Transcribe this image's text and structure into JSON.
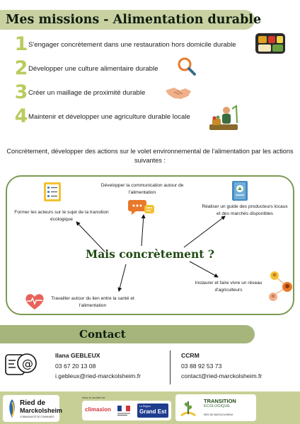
{
  "title": "Mes missions - Alimentation durable",
  "missions": [
    {
      "number": "1",
      "text": "S'engager concrètement dans une restauration hors domicile durable",
      "icon": "meal-tray-icon"
    },
    {
      "number": "2",
      "text": "Développer une culture alimentaire durable",
      "icon": "magnifier-icon"
    },
    {
      "number": "3",
      "text": "Créer un maillage de proximité durable",
      "icon": "handshake-icon"
    },
    {
      "number": "4",
      "text": "Maintenir et développer une agriculture durable locale",
      "icon": "farmer-icon"
    }
  ],
  "intro": "Concrètement,  développer des actions sur le volet environnemental de l'alimentation par les actions suivantes :",
  "center_heading": "Mais concrètement ?",
  "actions": {
    "train": "Former les acteurs sur le sujet de la transition écologique",
    "communication": "Développer la communication autour de l'alimentation",
    "guide": "Réaliser un guide des producteurs locaux et des marchés disponibles",
    "network": "Instaurer et faire vivre un réseau d'agriculteurs",
    "health": "Travailler autour du lien entre la santé et l'alimentation"
  },
  "contact": {
    "title": "Contact",
    "person1": {
      "name": "Ilana GEBLEUX",
      "phone": "03 67 20 13 08",
      "email": "i.gebleux@ried-marckolsheim.fr"
    },
    "person2": {
      "name": "CCRM",
      "phone": "03 88 92 53 73",
      "email": "contact@ried-marckolsheim.fr"
    }
  },
  "footer": {
    "logo_ried_line1": "Ried de",
    "logo_ried_line2": "Marckolsheim",
    "logo_ried_sub": "COMMUNAUTÉ DE COMMUNES",
    "support_label": "Avec le soutien de",
    "climaxion": "climaxion",
    "grandest_small": "La Région",
    "grandest": "Grand Est",
    "transition_line1": "TRANSITION",
    "transition_line2": "ÉCOLOGIQUE",
    "transition_sub": "RIED DE MARCKOLSHEIM"
  },
  "colors": {
    "banner": "#c9d1a3",
    "number_green": "#b9cc5e",
    "box_border": "#7c9a52",
    "heading_green": "#1f4a12",
    "contact_banner": "#a6b57c",
    "footer": "#c8cf96"
  }
}
